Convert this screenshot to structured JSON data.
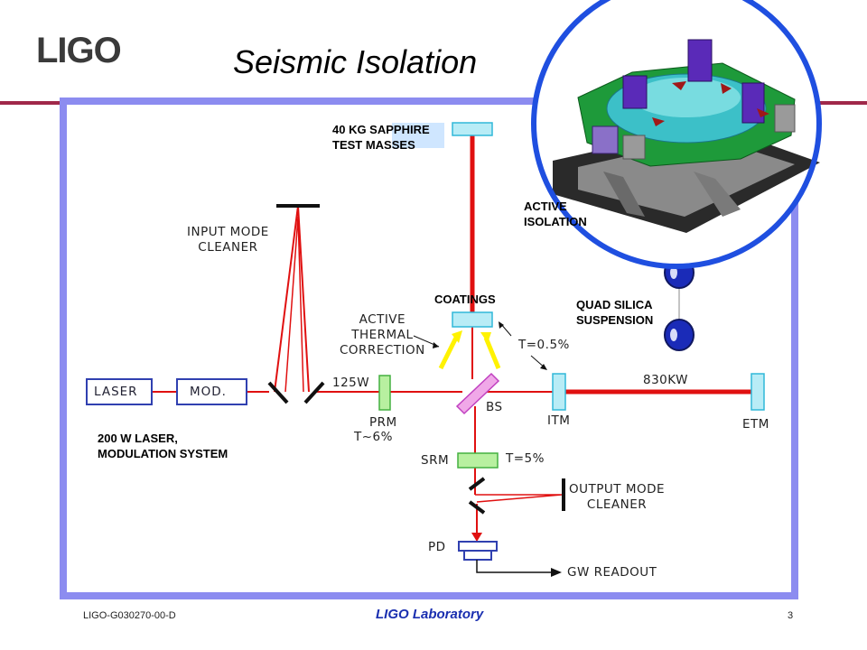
{
  "header": {
    "logo": "LIGO",
    "title": "Seismic Isolation"
  },
  "diagram": {
    "labels": {
      "test_masses": "40 KG SAPPHIRE\nTEST MASSES",
      "active_isolation": "ACTIVE\nISOLATION",
      "coatings": "COATINGS",
      "quad_suspension": "QUAD SILICA\nSUSPENSION",
      "laser_note": "200 W LASER,\nMODULATION SYSTEM"
    },
    "components": {
      "laser": "LASER",
      "mod": "MOD.",
      "input_mode_cleaner": "INPUT MODE\nCLEANER",
      "active_thermal_correction": "ACTIVE\nTHERMAL\nCORRECTION",
      "power_125w": "125W",
      "prm": "PRM",
      "prm_t": "T~6%",
      "bs": "BS",
      "itm": "ITM",
      "etm": "ETM",
      "itm_t": "T=0.5%",
      "arm_power": "830KW",
      "srm": "SRM",
      "srm_t": "T=5%",
      "output_mode_cleaner": "OUTPUT MODE\nCLEANER",
      "pd": "PD",
      "gw_readout": "GW READOUT"
    },
    "colors": {
      "frame": "#8c8cf0",
      "beam": "#e01010",
      "optic_fill": "#b8ecf6",
      "optic_stroke": "#30b8d8",
      "prm_fill": "#b8f0a0",
      "bs_fill": "#f0a8e8",
      "arrow_yellow": "#fff200",
      "callout_circle": "#1f4fe0",
      "mass_blue": "#1a2bb8"
    }
  },
  "footer": {
    "doc_id": "LIGO-G030270-00-D",
    "lab": "LIGO Laboratory",
    "page": "3"
  }
}
